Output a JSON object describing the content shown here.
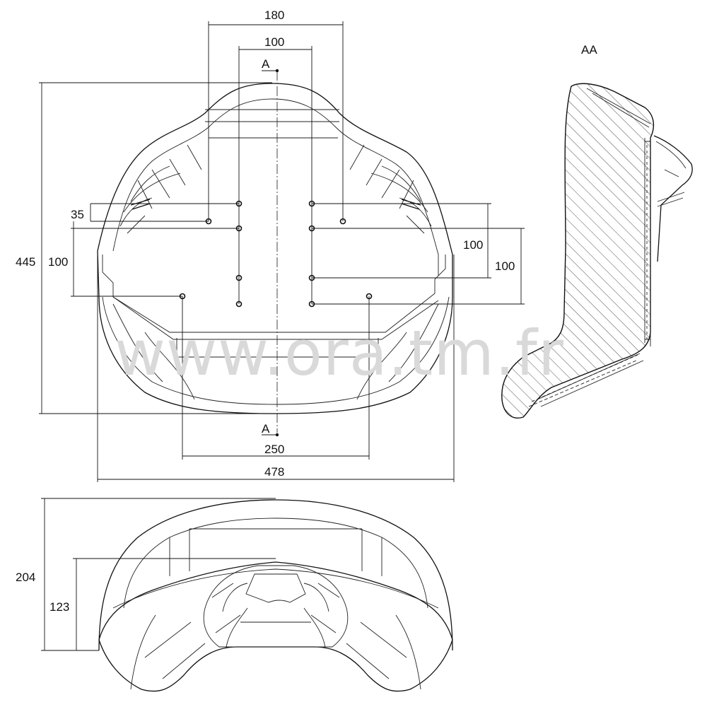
{
  "watermark": "www.ora.tm.fr",
  "section_label": "AA",
  "section_marks": {
    "top": "A",
    "bottom": "A"
  },
  "dimensions": {
    "width_180": "180",
    "width_100_top": "100",
    "offset_35": "35",
    "height_100_left": "100",
    "height_445": "445",
    "height_100_right_inner": "100",
    "height_100_right_outer": "100",
    "width_250": "250",
    "width_478": "478",
    "height_204": "204",
    "height_123": "123"
  }
}
